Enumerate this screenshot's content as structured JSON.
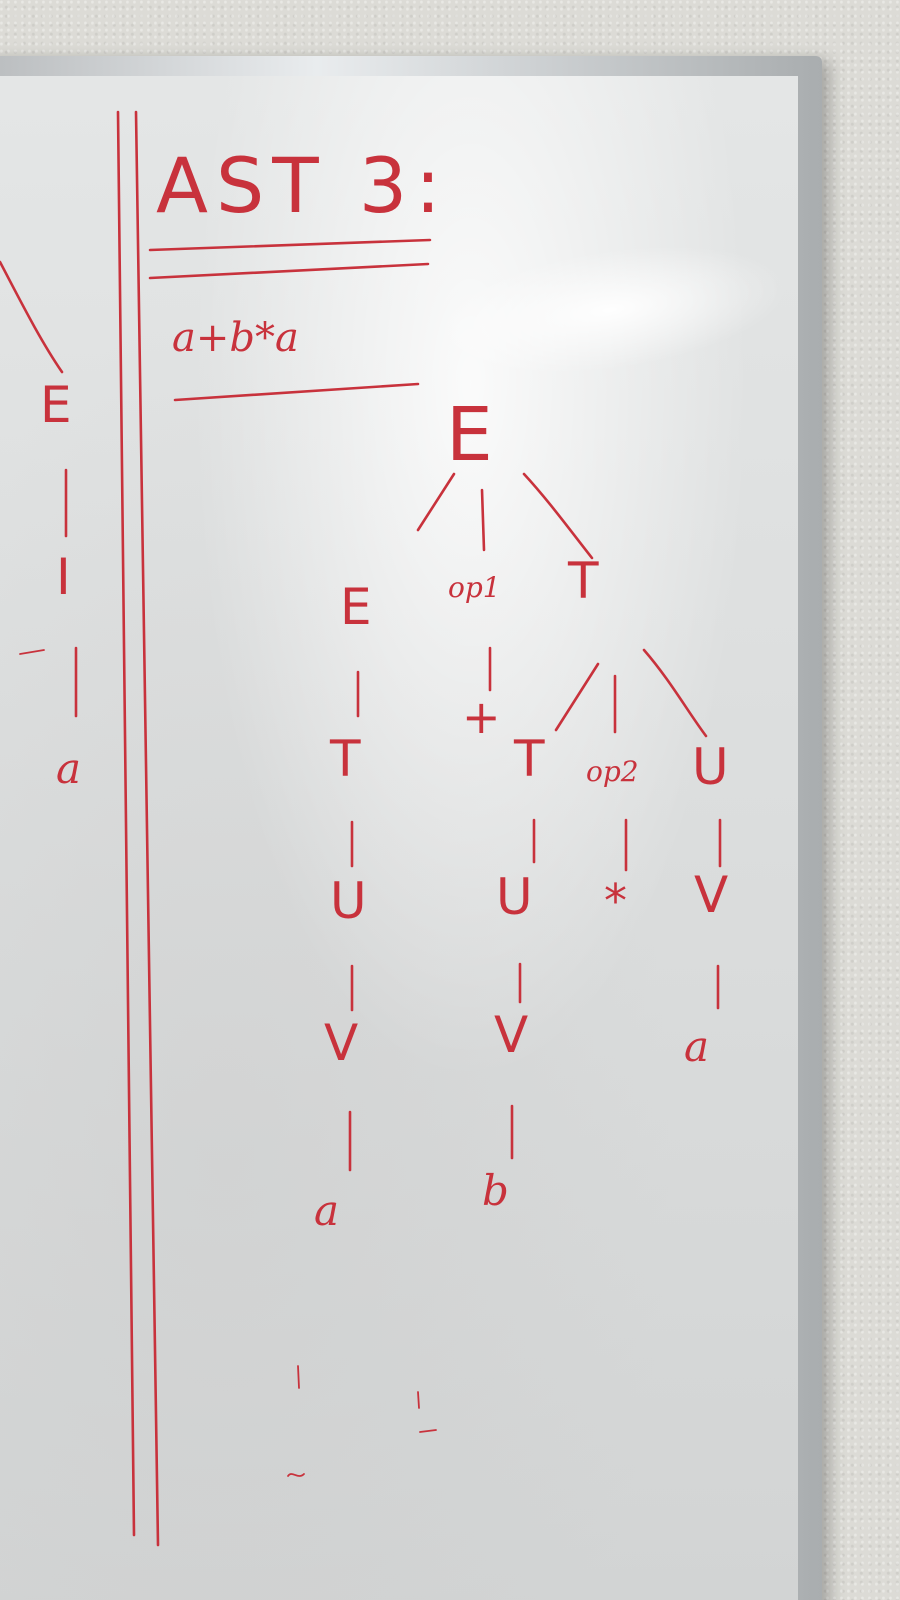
{
  "board": {
    "title": "AST 3:",
    "expression": "a+b*a",
    "left_partial_tree": {
      "root": "E",
      "mid": "I",
      "leaf": "a"
    },
    "tree": {
      "root": "E",
      "left": {
        "E": "E",
        "T": "T",
        "U": "U",
        "V": "V",
        "leaf": "a"
      },
      "op1": {
        "label": "op1",
        "symbol": "+"
      },
      "right": {
        "T": "T",
        "left": {
          "T": "T",
          "U": "U",
          "V": "V",
          "leaf": "b"
        },
        "op2": {
          "label": "op2",
          "symbol": "*"
        },
        "right": {
          "U": "U",
          "V": "V",
          "leaf": "a"
        }
      }
    }
  },
  "colors": {
    "marker": "#c8323c",
    "board": "#e2e4e4",
    "frame": "#c2c5c7",
    "wall": "#dcdbd6"
  }
}
